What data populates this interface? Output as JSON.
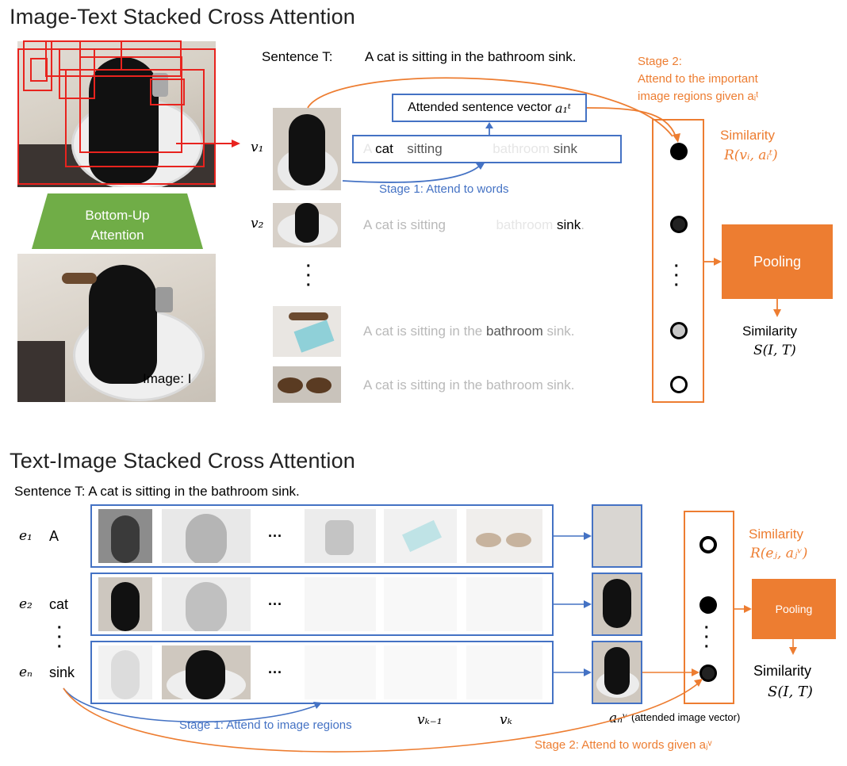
{
  "top": {
    "title": "Image-Text Stacked Cross Attention",
    "sentence_label": "Sentence T:",
    "sentence_text": "A cat is sitting in the bathroom sink.",
    "bottom_up": [
      "Bottom-Up",
      "Attention"
    ],
    "image_label": "Image: I",
    "region_labels": {
      "v1": "v₁",
      "v2": "v₂"
    },
    "attended_vector": "Attended sentence vector",
    "attended_symbol": "a₁ᵗ",
    "row1_words": {
      "a": "A",
      "cat": "cat",
      "sitting": "sitting",
      "bathroom": "bathroom",
      "sink": "sink"
    },
    "row2": {
      "a_cat": "A cat",
      "is": "is",
      "sitting": "sitting",
      "bathroom": "bathroom",
      "sink": "sink",
      "dot": "."
    },
    "row3": {
      "before": "A cat is sitting in the",
      "hl": "bathroom",
      "after": "sink."
    },
    "row4": "A cat is sitting in the bathroom sink.",
    "stage1": "Stage 1: Attend to words",
    "stage2": [
      "Stage 2:",
      "Attend to the important",
      "image regions given aᵢᵗ"
    ],
    "similarity_label": "Similarity",
    "similarity_formula": "R(vᵢ, aᵢᵗ)",
    "pooling": "Pooling",
    "final_similarity": "Similarity",
    "final_formula": "S(I, T)"
  },
  "bottom": {
    "title": "Text-Image Stacked Cross Attention",
    "sentence_label": "Sentence T:",
    "sentence_text": "A cat is sitting in the bathroom sink.",
    "rows": [
      {
        "e": "e₁",
        "word": "A"
      },
      {
        "e": "e₂",
        "word": "cat"
      },
      {
        "e": "eₙ",
        "word": "sink"
      }
    ],
    "ellipsis": "···",
    "vk1": "vₖ₋₁",
    "vk": "vₖ",
    "an": "aₙᵛ",
    "attended_image": "(attended image vector)",
    "stage1": "Stage 1: Attend to image regions",
    "stage2": "Stage 2: Attend to words given aⱼᵛ",
    "similarity_label": "Similarity",
    "similarity_formula": "R(eⱼ, aⱼᵛ)",
    "pooling": "Pooling",
    "final_similarity": "Similarity",
    "final_formula": "S(I, T)"
  },
  "colors": {
    "red": "#e8231e",
    "blue": "#4472c4",
    "orange": "#ed7d31",
    "green": "#70ad47"
  }
}
